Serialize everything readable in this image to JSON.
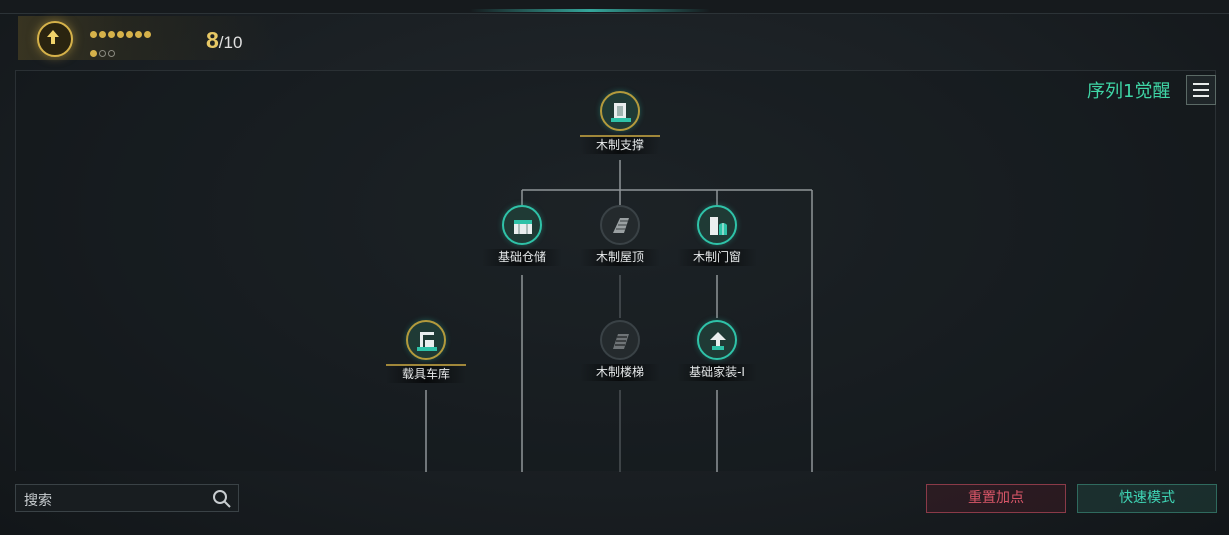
{
  "header": {
    "level_current": "8",
    "level_sep": "/",
    "level_max": "10",
    "dots_filled": 8,
    "dots_total": 10
  },
  "sequence": {
    "title": "序列1觉醒",
    "menu_icon": "menu-icon"
  },
  "nodes": {
    "wood_support": {
      "label": "木制支撑",
      "icon": "wood-support-icon",
      "state": "unlocked"
    },
    "basic_storage": {
      "label": "基础仓储",
      "icon": "storage-icon",
      "state": "unlocked"
    },
    "wood_roof": {
      "label": "木制屋顶",
      "icon": "roof-icon",
      "state": "locked"
    },
    "wood_door_window": {
      "label": "木制门窗",
      "icon": "door-window-icon",
      "state": "unlocked"
    },
    "vehicle_garage": {
      "label": "载具车库",
      "icon": "garage-icon",
      "state": "unlocked"
    },
    "wood_stairs": {
      "label": "木制楼梯",
      "icon": "stairs-icon",
      "state": "locked"
    },
    "basic_furniture": {
      "label": "基础家装-Ⅰ",
      "icon": "furniture-icon",
      "state": "unlocked"
    }
  },
  "search": {
    "placeholder": "搜索",
    "icon": "search-icon"
  },
  "buttons": {
    "reset": "重置加点",
    "quick_mode": "快速模式"
  },
  "colors": {
    "accent": "#2fc2a8",
    "gold": "#d6b24a",
    "danger": "#d85668"
  }
}
